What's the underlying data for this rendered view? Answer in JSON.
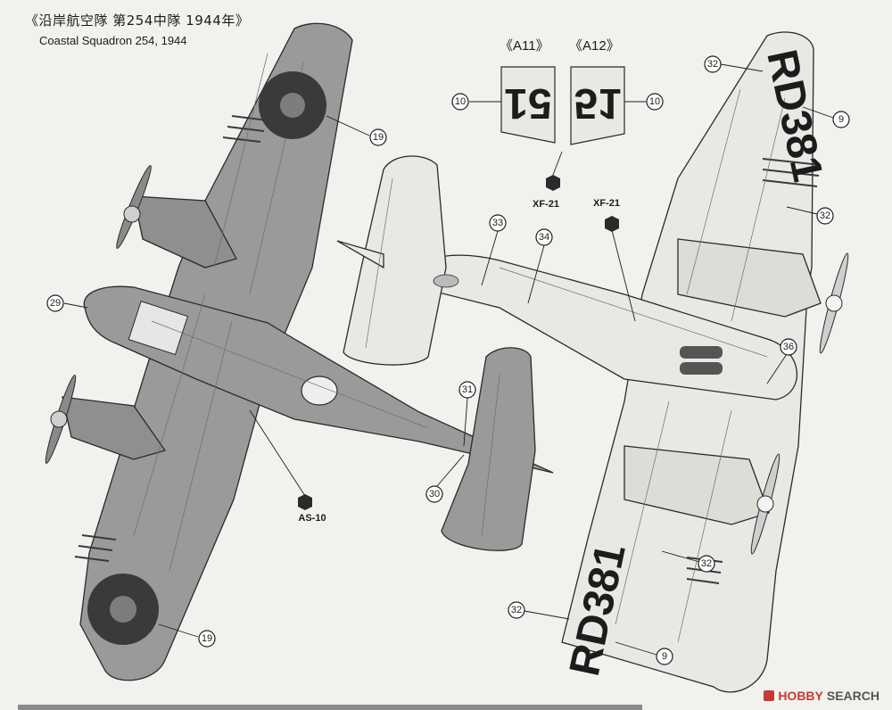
{
  "header": {
    "title_jp": "《沿岸航空隊 第254中隊 1944年》",
    "subtitle": "Coastal Squadron 254, 1944"
  },
  "decal_variants": [
    {
      "label": "《A11》",
      "code": "51"
    },
    {
      "label": "《A12》",
      "code": "51"
    }
  ],
  "paint_codes": {
    "upper": "AS-10",
    "lower_a": "XF-21",
    "lower_b": "XF-21"
  },
  "fuselage_codes": {
    "upper_wing": "RD381",
    "lower_wing": "RD381"
  },
  "callouts": {
    "c9a": "9",
    "c9b": "9",
    "c10a": "10",
    "c10b": "10",
    "c19a": "19",
    "c19b": "19",
    "c29": "29",
    "c30": "30",
    "c31": "31",
    "c32a": "32",
    "c32b": "32",
    "c32c": "32",
    "c32d": "32",
    "c33": "33",
    "c34": "34",
    "c36": "36"
  },
  "watermark": {
    "brand": "HOBBY",
    "suffix": "SEARCH"
  },
  "colors": {
    "upper_grey": "#9a9a9a",
    "lower_light": "#e9e8e4",
    "roundel_dark": "#3a3a3a",
    "roundel_mid": "#7d7d7d",
    "watermark_red": "#c83a35"
  }
}
